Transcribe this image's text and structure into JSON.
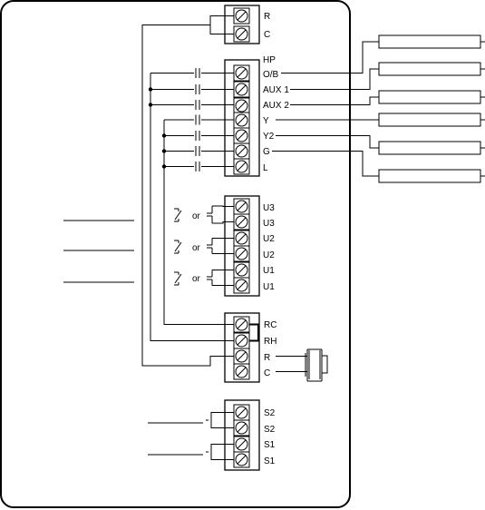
{
  "blocks": [
    {
      "id": "top",
      "labels": [
        "R",
        "C"
      ]
    },
    {
      "id": "outputs",
      "labels": [
        "HP",
        "O/B",
        "AUX 1",
        "AUX 2",
        "Y",
        "Y2",
        "G",
        "L"
      ]
    },
    {
      "id": "universal",
      "labels": [
        "U3",
        "U3",
        "U2",
        "U2",
        "U1",
        "U1"
      ]
    },
    {
      "id": "power",
      "labels": [
        "RC",
        "RH",
        "R",
        "C"
      ]
    },
    {
      "id": "sensors",
      "labels": [
        "S2",
        "S2",
        "S1",
        "S1"
      ]
    }
  ],
  "relay_or_text": "or"
}
